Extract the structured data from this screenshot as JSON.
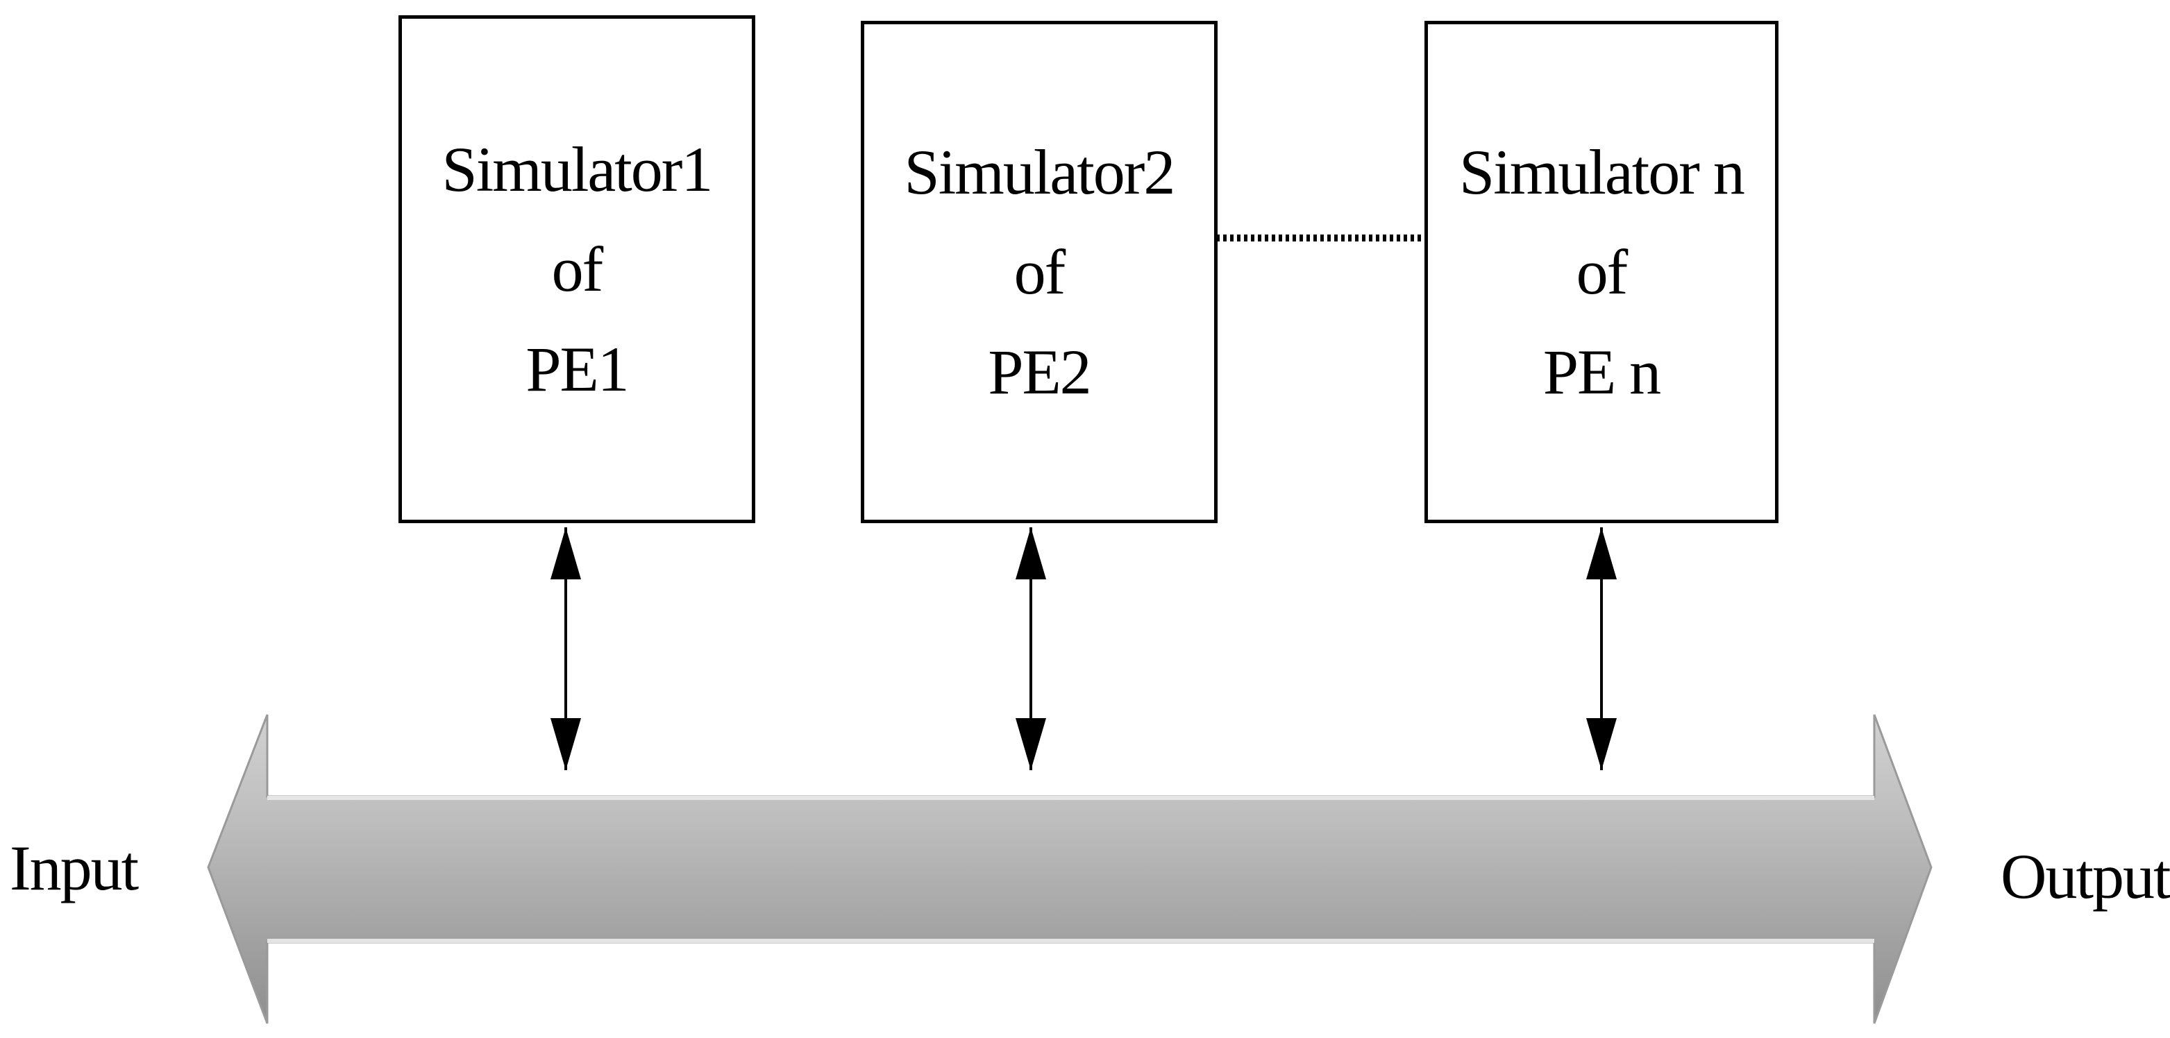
{
  "boxes": [
    {
      "line1": "Simulator1",
      "line2": "of",
      "line3": "PE1"
    },
    {
      "line1": "Simulator2",
      "line2": "of",
      "line3": "PE2"
    },
    {
      "line1": "Simulator n",
      "line2": "of",
      "line3": "PE n"
    }
  ],
  "bus": {
    "input_label": "Input",
    "output_label": "Output"
  }
}
